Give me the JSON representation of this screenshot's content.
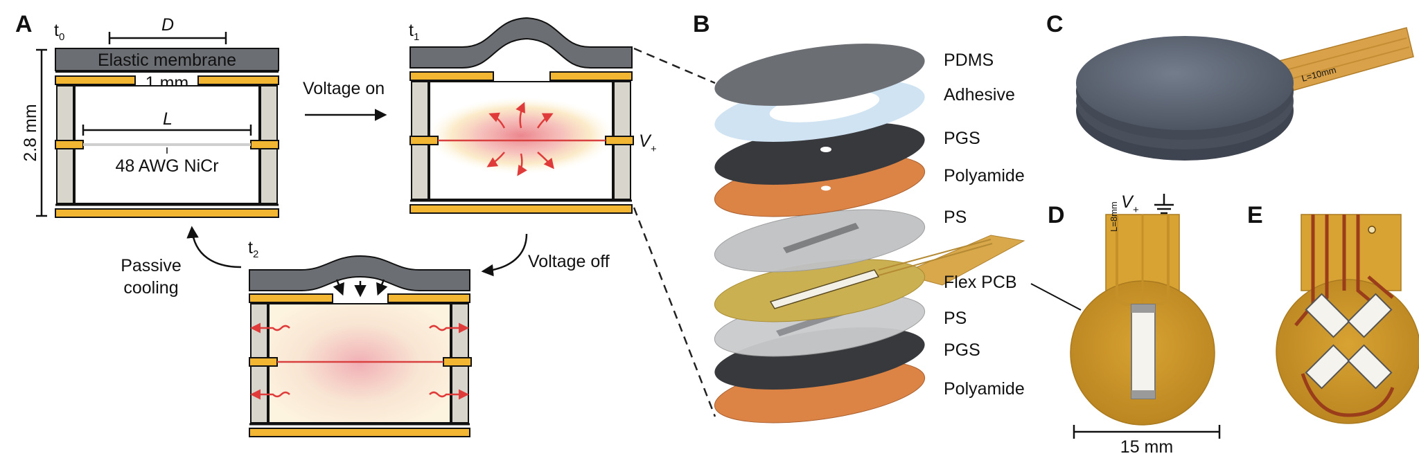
{
  "panels": {
    "a": "A",
    "b": "B",
    "c": "C",
    "d": "D",
    "e": "E"
  },
  "panel_a": {
    "time_labels": [
      "t",
      "t",
      "t"
    ],
    "time_subs": [
      "0",
      "1",
      "2"
    ],
    "diameter_label": "D",
    "membrane_label": "Elastic membrane",
    "hole_label": "1 mm",
    "length_label": "L",
    "wire_label": "48 AWG NiCr",
    "height_label": "2.8 mm",
    "voltage_on": "Voltage on",
    "voltage_off": "Voltage off",
    "passive_cooling_line1": "Passive",
    "passive_cooling_line2": "cooling",
    "vplus": "V",
    "vplus_sub": "+"
  },
  "panel_b": {
    "layers": [
      "PDMS",
      "Adhesive",
      "PGS",
      "Polyamide",
      "PS",
      "Flex PCB",
      "PS",
      "PGS",
      "Polyamide"
    ]
  },
  "panel_d": {
    "vplus": "V",
    "vplus_sub": "+",
    "scale_label": "15 mm",
    "pcb_print": "L=8mm"
  },
  "panel_c": {
    "pcb_print": "L=10mm"
  },
  "colors": {
    "membrane": "#6b6e72",
    "gold": "#f2b632",
    "wall": "#d8d5cd",
    "heat": "#e77a7a",
    "arrow_red": "#e03b3b",
    "adhesive": "#cfe3f3",
    "pgs": "#38393c",
    "polyamide": "#dc8446",
    "ps": "#bfc1c4",
    "flex_pcb": "#cbb052",
    "copper": "#c8962f"
  }
}
